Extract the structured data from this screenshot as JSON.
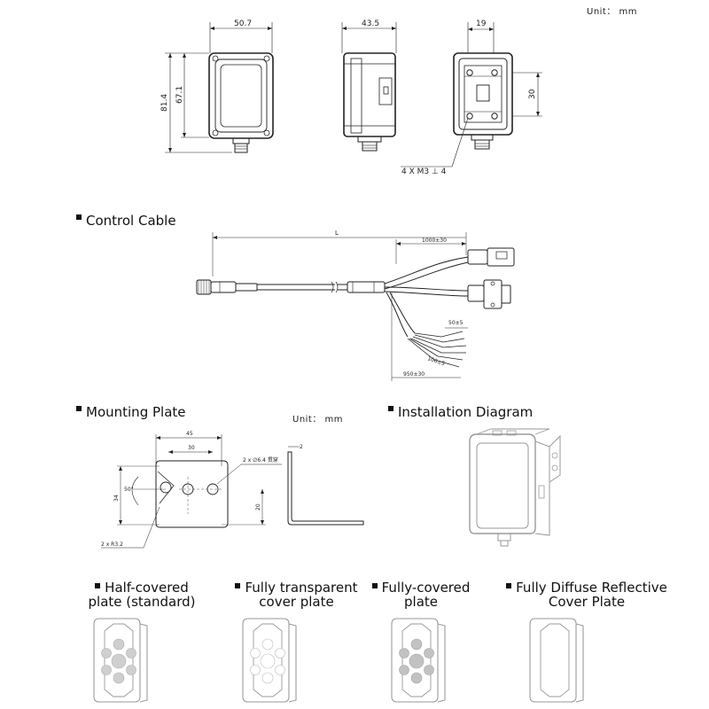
{
  "unit_top": "Unit： mm",
  "views": {
    "front": {
      "width": "50.7",
      "height": "81.4",
      "inner_height": "67.1"
    },
    "side": {
      "depth": "43.5"
    },
    "back": {
      "top": "19",
      "right": "30",
      "screws": "4 X M3 ⊥ 4"
    }
  },
  "cable": {
    "heading": "Control Cable",
    "length_label": "L",
    "branch_length": "1000±30",
    "wire_length_a": "50±5",
    "wire_length_b": "100±5",
    "wire_length_c": "950±30"
  },
  "mounting": {
    "heading": "Mounting Plate",
    "unit": "Unit： mm",
    "width": "45",
    "hole_spacing": "30",
    "holes": "2 x ∅6.4 贯穿",
    "thickness": "2",
    "height": "34",
    "angle": "50°",
    "offset": "20",
    "radius": "2 x R3.2"
  },
  "installation": {
    "heading": "Installation Diagram"
  },
  "plates": [
    {
      "label_line1": "Half-covered",
      "label_line2": "plate (standard)"
    },
    {
      "label_line1": "Fully transparent",
      "label_line2": "cover plate"
    },
    {
      "label_line1": "Fully-covered",
      "label_line2": "plate"
    },
    {
      "label_line1": "Fully Diffuse Reflective",
      "label_line2": "Cover Plate"
    }
  ]
}
